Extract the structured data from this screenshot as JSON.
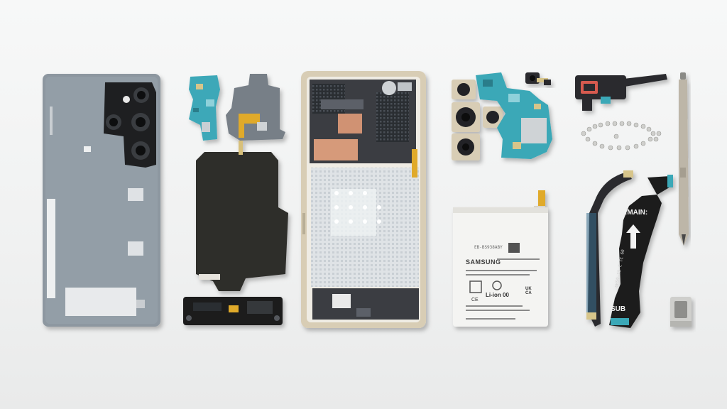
{
  "battery": {
    "code_line_1": "EB-BS938ABY",
    "brand": "SAMSUNG",
    "chemistry": "Li-ion 00",
    "mark_uk": "UK",
    "mark_ca": "CA",
    "mark_ce": "CE"
  },
  "flex_cables": {
    "main_label": ":MAIN:",
    "sub_label": "SUB",
    "main_code": "GH59-15 C TC 60"
  },
  "colors": {
    "back_panel": "#8c969f",
    "frame": "#d6ccb4",
    "pcb_blue": "#3aa8b7",
    "shield_dark": "#2f2d2b",
    "battery_white": "#f4f4f2",
    "flex_black": "#1b1b1b"
  }
}
